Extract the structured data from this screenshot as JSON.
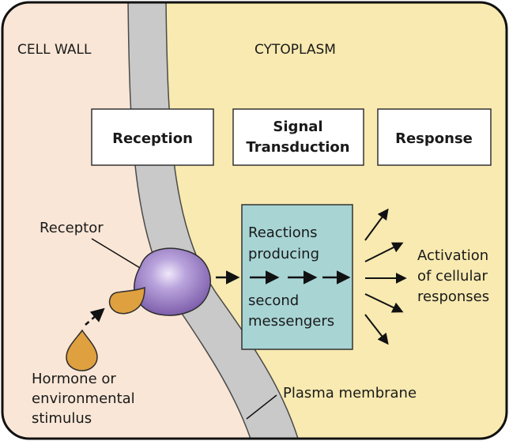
{
  "regions": {
    "cell_wall": "CELL WALL",
    "cytoplasm": "CYTOPLASM"
  },
  "stages": {
    "reception": "Reception",
    "signal_line1": "Signal",
    "signal_line2": "Transduction",
    "response": "Response"
  },
  "labels": {
    "receptor": "Receptor",
    "hormone_line1": "Hormone or",
    "hormone_line2": "environmental",
    "hormone_line3": "stimulus",
    "plasma_membrane": "Plasma membrane"
  },
  "transduction_box": {
    "line1": "Reactions",
    "line2": "producing",
    "line3": "second",
    "line4": "messengers"
  },
  "activation": {
    "line1": "Activation",
    "line2": "of cellular",
    "line3": "responses"
  },
  "colors": {
    "cell_wall_bg": "#f9e6d6",
    "cytoplasm_bg": "#f8eab0",
    "membrane": "#c9c9c9",
    "receptor": "#8466b6",
    "hormone": "#dfa040",
    "transduction_box": "#a8d4d4"
  },
  "icons": [
    "receptor-protein-icon",
    "hormone-droplet-icon",
    "arrow-icon"
  ]
}
